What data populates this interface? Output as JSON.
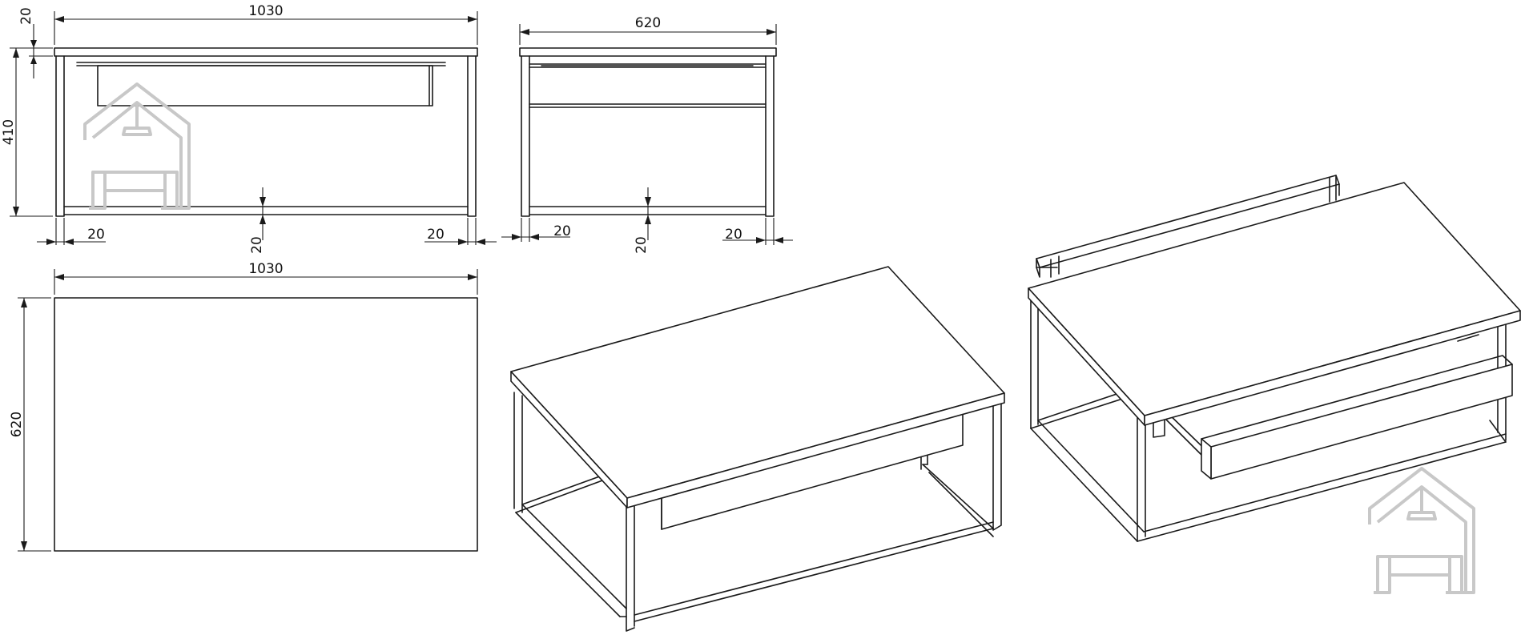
{
  "drawing": {
    "front_view": {
      "width_label": "1030",
      "top_thickness_label": "20",
      "height_label": "410",
      "left_leg_label": "20",
      "bottom_rail_label": "20",
      "right_leg_label": "20"
    },
    "side_view": {
      "depth_label": "620",
      "left_leg_label": "20",
      "bottom_rail_label": "20",
      "right_leg_label": "20"
    },
    "top_view": {
      "width_label": "1030",
      "depth_label": "620"
    },
    "isometric_closed": {},
    "isometric_open": {}
  },
  "watermark": {
    "icon": "house-sofa-logo",
    "color": "#c8c8c8"
  },
  "colors": {
    "line": "#1a1a1a",
    "background": "#ffffff"
  }
}
